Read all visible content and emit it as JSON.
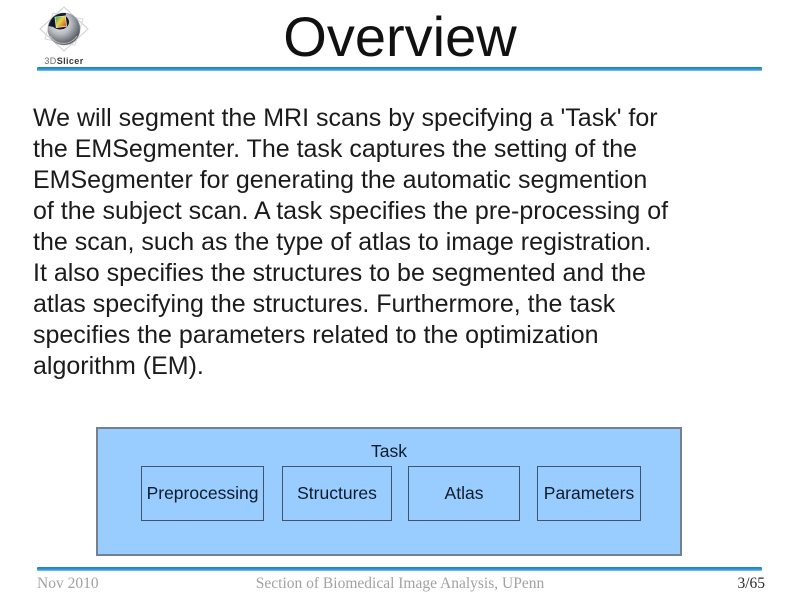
{
  "slide": {
    "title": "Overview",
    "logo": {
      "prefix": "3D",
      "suffix": "Slicer"
    },
    "body_lines": [
      "We will segment the MRI scans by specifying a 'Task' for",
      "the EMSegmenter. The task captures the setting of the",
      "EMSegmenter for generating the automatic segmention",
      "of the subject scan. A task specifies the pre-processing of",
      "the scan, such as the type of atlas to image registration.",
      "It also specifies the structures to be segmented and the",
      "atlas specifying the structures. Furthermore, the task",
      "specifies the parameters related to the optimization",
      "algorithm (EM)."
    ],
    "diagram": {
      "title": "Task",
      "boxes": [
        {
          "label": "Preprocessing"
        },
        {
          "label": "Structures"
        },
        {
          "label": "Atlas"
        },
        {
          "label": "Parameters"
        }
      ]
    },
    "footer": {
      "date": "Nov 2010",
      "affiliation": "Section of Biomedical Image Analysis, UPenn",
      "page": "3/65"
    },
    "colors": {
      "accent_blue": "#2f93d4",
      "diagram_fill": "#99ccff"
    }
  }
}
